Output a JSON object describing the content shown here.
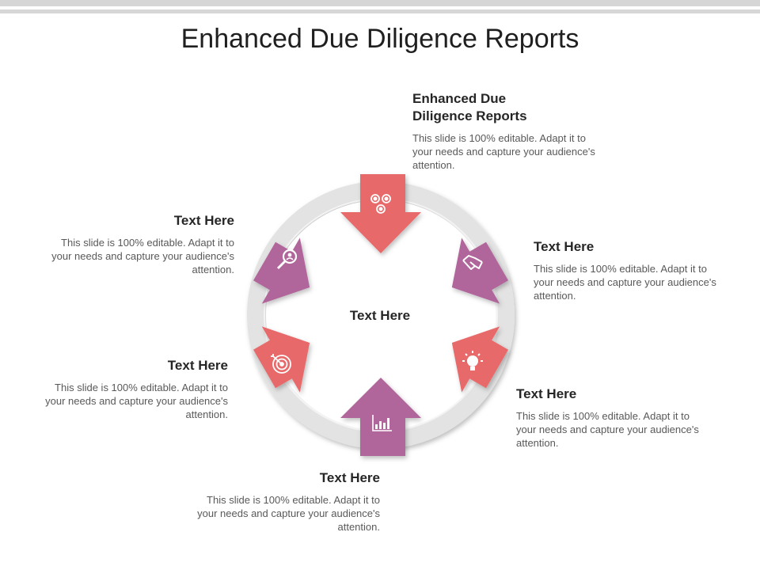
{
  "title": "Enhanced Due Diligence Reports",
  "center_label": "Text Here",
  "colors": {
    "coral": "#e8696b",
    "purple": "#b0659b",
    "ring": "#e6e6e6"
  },
  "items": [
    {
      "heading": "Enhanced Due Diligence Reports",
      "body": "This slide is 100% editable. Adapt it to your needs and capture your audience's attention.",
      "icon": "gears-icon"
    },
    {
      "heading": "Text Here",
      "body": "This slide is 100% editable. Adapt it to your needs and capture your audience's attention.",
      "icon": "handshake-icon"
    },
    {
      "heading": "Text Here",
      "body": "This slide is 100% editable. Adapt it to your needs and capture your audience's attention.",
      "icon": "lightbulb-icon"
    },
    {
      "heading": "Text Here",
      "body": "This slide is 100% editable. Adapt it to your needs and capture your audience's attention.",
      "icon": "bar-chart-icon"
    },
    {
      "heading": "Text Here",
      "body": "This slide is 100% editable. Adapt it to your needs and capture your audience's attention.",
      "icon": "target-icon"
    },
    {
      "heading": "Text Here",
      "body": "This slide is 100% editable. Adapt it to your needs and capture your audience's attention.",
      "icon": "search-person-icon"
    }
  ]
}
